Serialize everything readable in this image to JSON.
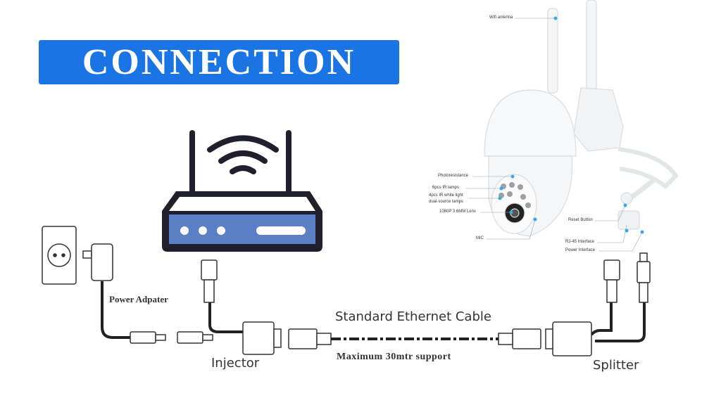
{
  "title": "CONNECTION",
  "labels": {
    "power_adapter": "Power Adpater",
    "injector": "Injector",
    "cable": "Standard Ethernet Cable",
    "max_support": "Maximum 30mtr support",
    "splitter": "Splitter"
  },
  "camera_labels": {
    "wifi_antenna": "Wifi antenna",
    "photoresistance": "Photoresistance",
    "ir_lamps": "6pcs IR lamps",
    "white_light_1": "4pcs IR white light",
    "white_light_2": "dual-source lamps",
    "lens": "1080P 3.6MM Lens",
    "mic": "MIC",
    "reset": "Reset Button",
    "rj45": "RJ-45 Interface",
    "power": "Power Interface"
  },
  "colors": {
    "banner": "#1b74e4",
    "router_panel": "#5b7fc6",
    "callout_dot": "#3aa8e8"
  }
}
